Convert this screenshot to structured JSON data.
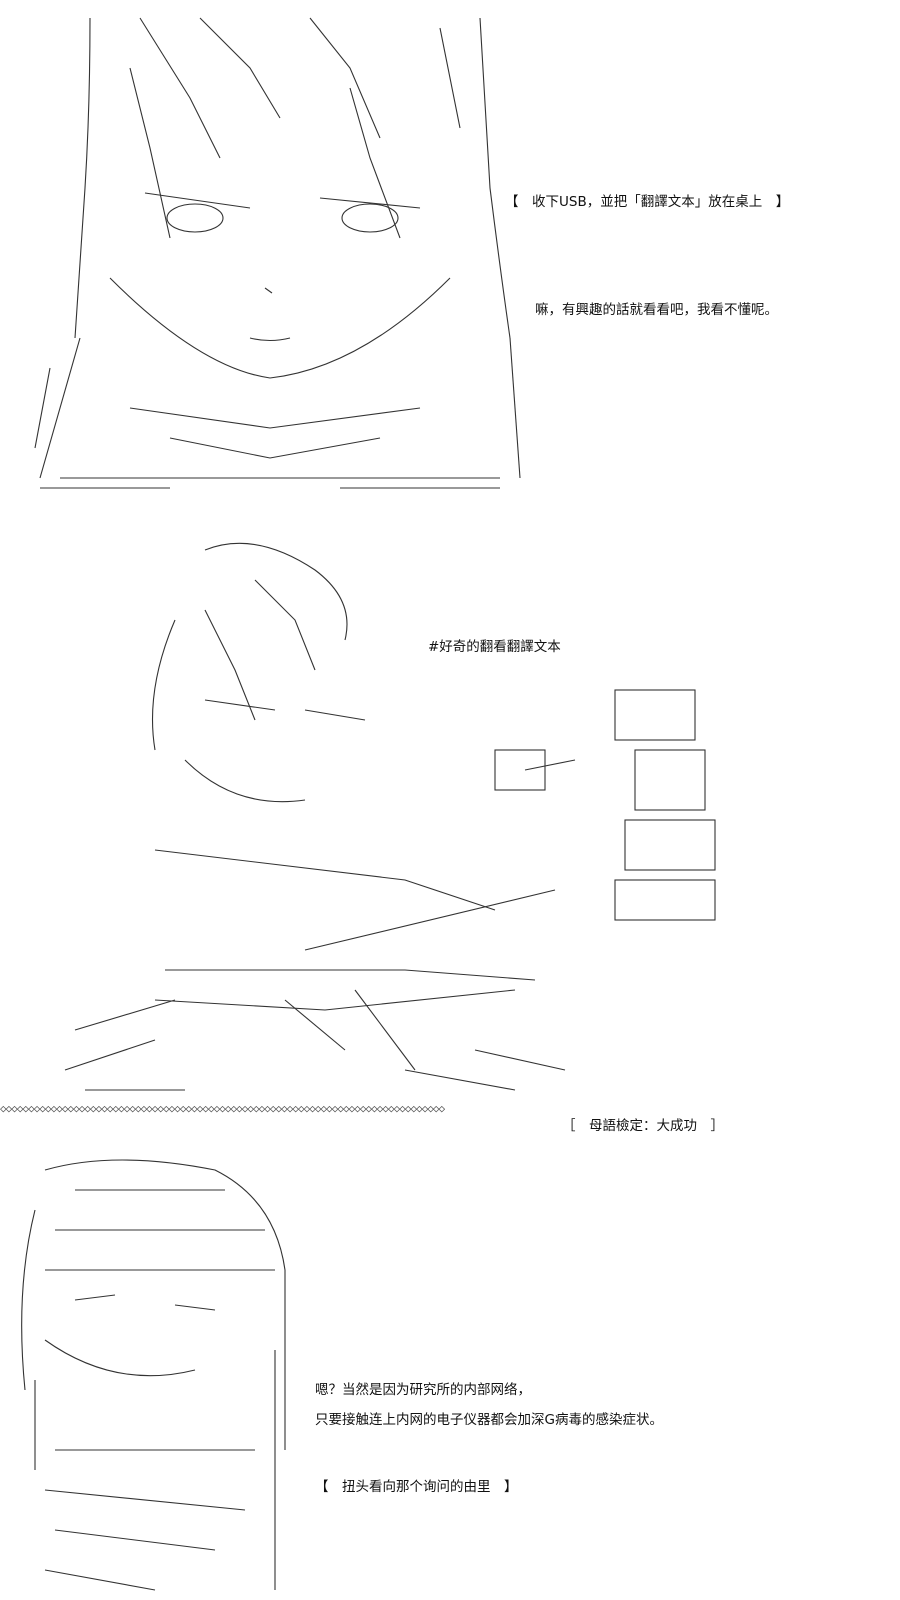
{
  "panel1": {
    "caption_action": "【　收下USB，並把「翻譯文本」放在桌上　】",
    "dialogue": "嘛，有興趣的話就看看吧，我看不懂呢。"
  },
  "panel2": {
    "hashtag": "#好奇的翻看翻譯文本",
    "status": "［　母語檢定：大成功　］"
  },
  "divider_glyphs": "◇◇◇◇◇◇◇◇◇◇◇◇◇◇◇◇◇◇◇◇◇◇◇◇◇◇◇◇◇◇◇◇◇◇◇◇◇◇◇◇◇◇◇◇◇◇◇◇◇◇◇◇◇◇◇◇◇◇◇◇◇◇◇◇◇◇◇◇◇◇◇◇◇◇◇◇◇◇◇",
  "panel3": {
    "dialogue_1": "嗯？当然是因为研究所的内部网络，",
    "dialogue_2": "只要接触连上内网的电子仪器都会加深G病毒的感染症状。",
    "caption_action": "【　扭头看向那个询问的由里　】"
  }
}
